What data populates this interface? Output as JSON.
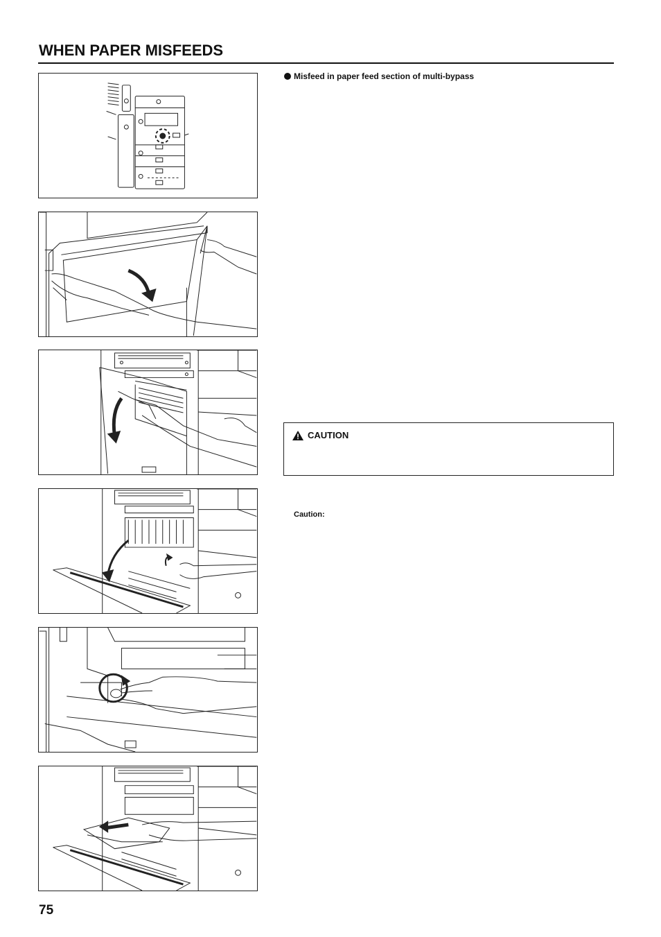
{
  "header": {
    "title": "WHEN PAPER MISFEEDS"
  },
  "section": {
    "heading": "Misfeed in paper feed section of multi-bypass"
  },
  "caution_box": {
    "title": "CAUTION",
    "icon": "warning-triangle-icon"
  },
  "caution_note": {
    "label": "Caution:"
  },
  "footer": {
    "page_number": "75"
  },
  "illustrations": [
    {
      "id": "copier-overview",
      "icon": "copier-location-illustration"
    },
    {
      "id": "open-bypass-cover",
      "icon": "hand-opening-cover-illustration"
    },
    {
      "id": "open-right-cover",
      "icon": "hand-opening-right-cover-illustration"
    },
    {
      "id": "lift-guide",
      "icon": "hand-lifting-guide-illustration"
    },
    {
      "id": "turn-knob",
      "icon": "hand-turning-knob-illustration"
    },
    {
      "id": "remove-paper",
      "icon": "hand-removing-paper-illustration"
    }
  ]
}
